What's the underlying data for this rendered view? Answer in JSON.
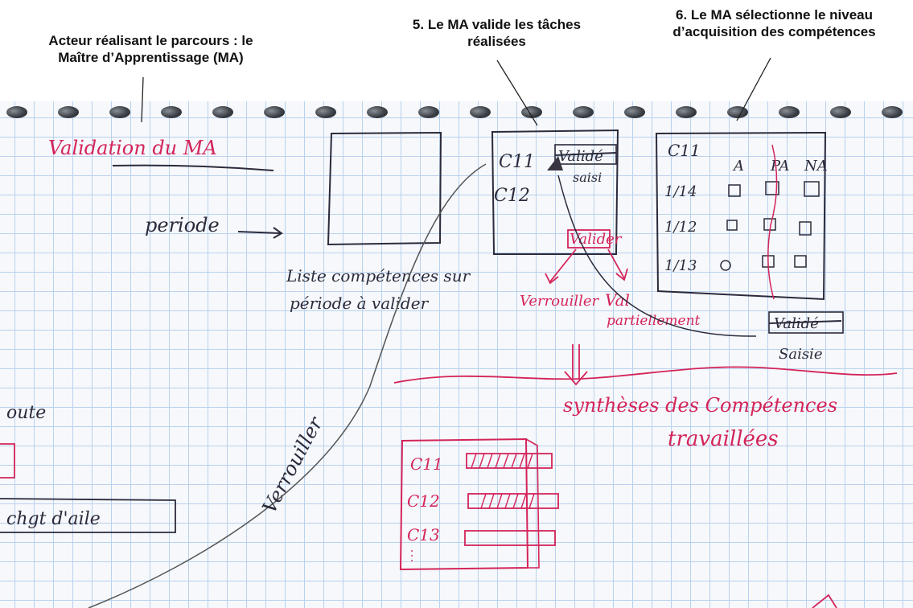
{
  "captions": {
    "actor": "Acteur réalisant le parcours : le\nMaître d’Apprentissage (MA)",
    "step5": "5. Le MA valide les tâches\nréalisées",
    "step6": "6. Le MA sélectionne le niveau\nd’acquisition des compétences"
  },
  "sketch": {
    "title": "Validation du MA",
    "periode": "periode",
    "liste_line1": "Liste compétences sur",
    "liste_line2": "période à valider",
    "c11": "C11",
    "c12": "C12",
    "c13": "C13",
    "valide_struck": "Validé",
    "saisi": "saisi",
    "valider_button": "Valider",
    "verrouiller": "Verrouiller",
    "val_partiellement_1": "Val",
    "val_partiellement_2": "partiellement",
    "levels": [
      "A",
      "PA",
      "NA"
    ],
    "fractions": [
      "1/14",
      "1/12",
      "1/13"
    ],
    "valide2_struck": "Validé",
    "saisie": "Saisie",
    "synthese_1": "synthèses des Compétences",
    "synthese_2": "travaillées",
    "verrouiller_vertical": "Verrouiller",
    "left_edge_1": "oute",
    "left_edge_2": "chgt d'aile"
  },
  "colors": {
    "ink_red": "#d4245a",
    "ink_dark": "#2c2a3c",
    "grid": "#b9d2ee"
  }
}
